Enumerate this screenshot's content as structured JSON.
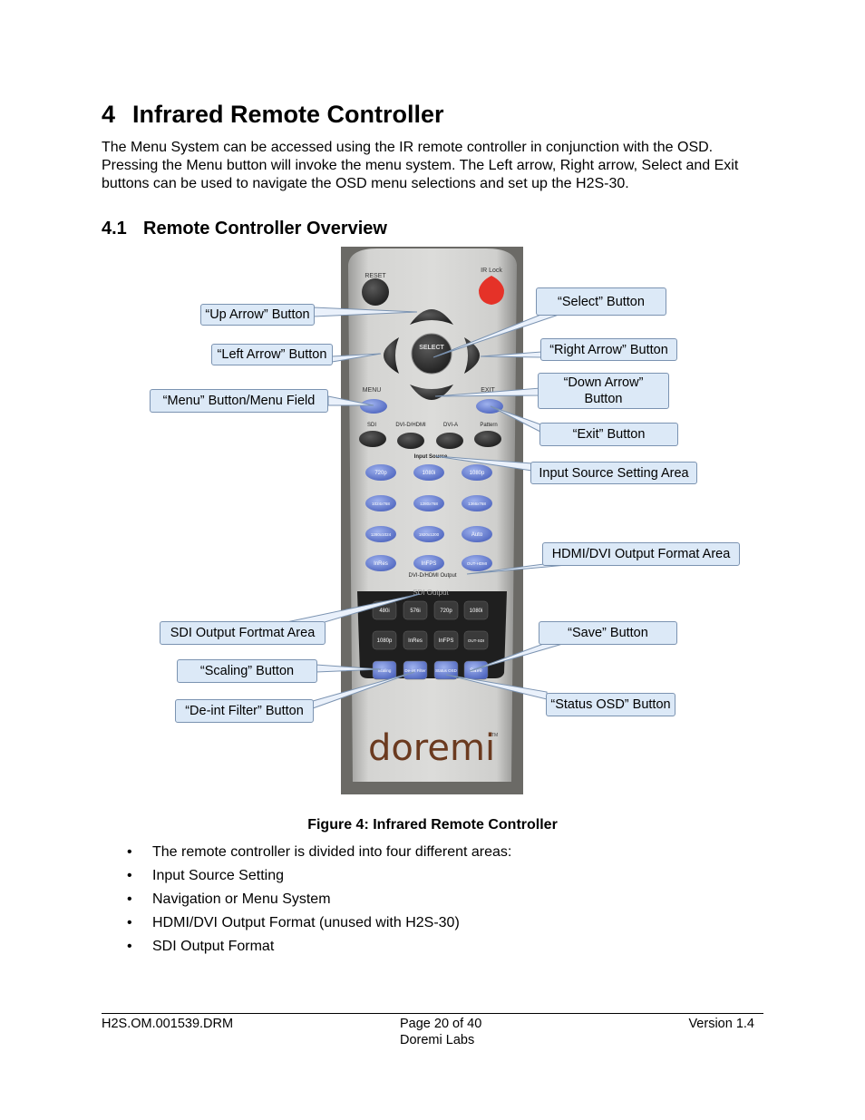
{
  "heading": {
    "number": "4",
    "title": "Infrared Remote Controller"
  },
  "intro": "The Menu System can be accessed using the IR remote controller in conjunction with the OSD. Pressing the Menu button will invoke the menu system. The Left arrow, Right arrow, Select and Exit buttons can be used to navigate the OSD menu selections and set up the H2S-30.",
  "section": {
    "number": "4.1",
    "title": "Remote Controller Overview"
  },
  "remote": {
    "reset": "RESET",
    "ir_lock": "IR Lock",
    "select": "SELECT",
    "menu": "MENU",
    "exit": "EXIT",
    "source_labels": [
      "SDI",
      "DVI-D/HDMI",
      "DVI-A",
      "Pattern"
    ],
    "input_source": "Input Source",
    "format_rows": [
      [
        "720p",
        "1080i",
        "1080p"
      ],
      [
        "1024x768",
        "1280x768",
        "1366x768"
      ],
      [
        "1280x1024",
        "1920x1200",
        "Auto"
      ],
      [
        "InRes",
        "InFPS",
        "OUT-HDMI"
      ]
    ],
    "dvi_output": "DVI-D/HDMI Output",
    "sdi_output": "SDI Output",
    "sdi_row1": [
      "480i",
      "576i",
      "720p",
      "1080i"
    ],
    "sdi_row2": [
      "1080p",
      "InRes",
      "InFPS",
      "OUT-SDI"
    ],
    "sdi_row3": [
      "Scaling",
      "De-int Filter",
      "Status OSD",
      "Save"
    ],
    "brand": "doremi",
    "tm": "TM"
  },
  "callouts": {
    "up": "“Up Arrow” Button",
    "left": "“Left Arrow” Button",
    "menu": "“Menu” Button/Menu Field",
    "select": "“Select” Button",
    "right": "“Right Arrow” Button",
    "down_1": "“Down Arrow”",
    "down_2": "Button",
    "exit": "“Exit” Button",
    "input": "Input Source Setting Area",
    "hdmi": "HDMI/DVI Output Format Area",
    "sdi": "SDI Output Fortmat Area",
    "save": "“Save” Button",
    "scaling": "“Scaling” Button",
    "deint": "“De-int Filter” Button",
    "status": "“Status OSD” Button"
  },
  "caption": "Figure 4: Infrared Remote Controller",
  "bullet_char": "•",
  "bullets": [
    "The remote controller is divided into four different areas:",
    "Input Source Setting",
    "Navigation or Menu System",
    "HDMI/DVI Output Format (unused with H2S-30)",
    "SDI Output Format"
  ],
  "footer": {
    "doc_id": "H2S.OM.001539.DRM",
    "page": "Page 20 of 40",
    "company": "Doremi Labs",
    "version": "Version 1.4"
  },
  "colors": {
    "remote_body": "#c9c9c7",
    "blue_button": "#6f86d6",
    "dark_button": "#2e2e2e",
    "red_button": "#e53228",
    "callout_fill": "#dce9f7",
    "callout_border": "#7b93b1"
  }
}
